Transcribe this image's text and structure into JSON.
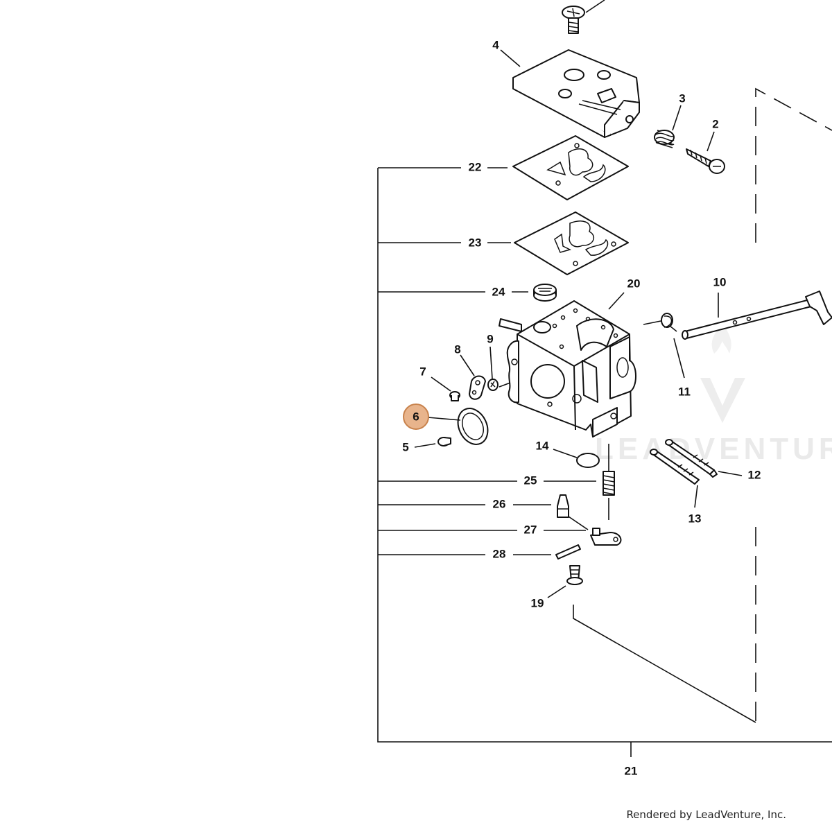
{
  "diagram": {
    "highlight_color": "#e8b48c",
    "highlight_stroke": "#c8824c",
    "watermark_text": "LEADVENTURE",
    "callouts": {
      "c2": "2",
      "c3": "3",
      "c4": "4",
      "c5": "5",
      "c6": "6",
      "c7": "7",
      "c8": "8",
      "c9": "9",
      "c10": "10",
      "c11": "11",
      "c12": "12",
      "c13": "13",
      "c14": "14",
      "c19": "19",
      "c20": "20",
      "c21": "21",
      "c22": "22",
      "c23": "23",
      "c24": "24",
      "c25": "25",
      "c26": "26",
      "c27": "27",
      "c28": "28"
    },
    "selected_callout": "6"
  },
  "footer": {
    "credit": "Rendered by LeadVenture, Inc."
  }
}
